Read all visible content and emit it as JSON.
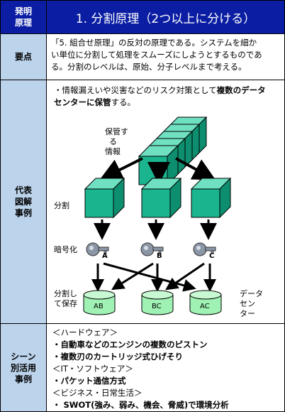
{
  "header": {
    "category_label": "発明\n原理",
    "title": "1. 分割原理（2つ以上に分ける）"
  },
  "summary": {
    "label": "要点",
    "lines": [
      "「5. 組合せ原理」の反対の原理である。システムを細か",
      "い単位に分割して処理をスムーズにしようとするものであ",
      "る。分割のレベルは、原始、分子レベルまで考える。"
    ]
  },
  "example": {
    "label": "代表\n図解\n事例",
    "intro_line1_normal": "・情報漏えいや災害などのリスク対策として",
    "intro_line1_bold": "複数のデータ",
    "intro_line2_bold": "センターに保管",
    "intro_line2_normal": "する。",
    "diagram": {
      "stored_info_label": "保管す\nる\n情報",
      "split_label": "分割",
      "encrypt_label": "暗号化",
      "key_labels": [
        "A",
        "B",
        "C"
      ],
      "split_store_label": "分割し\nて保存",
      "datacenter_label": "データ\nセン\nター",
      "storage_labels": [
        "AB",
        "BC",
        "AC"
      ]
    }
  },
  "scenes": {
    "label": "シーン\n別活用\n事例",
    "items": [
      {
        "text": "＜ハードウェア＞",
        "bold": false
      },
      {
        "text": "・自動車などのエンジンの複数のピストン",
        "bold": true
      },
      {
        "text": "・複数刃のカートリッジ式ひげそり",
        "bold": true
      },
      {
        "text": "＜IT・ソフトウェア＞",
        "bold": false
      },
      {
        "text": "・パケット通信方式",
        "bold": true
      },
      {
        "text": "＜ビジネス・日常生活＞",
        "bold": false
      },
      {
        "text": "・ SWOT(強み、弱み、機会、脅威)で環境分析",
        "bold": true
      }
    ]
  },
  "colors": {
    "header_bg": "#0b1ea3",
    "label_bg": "#bcd3ec",
    "cube_front": "#1ab58f",
    "cube_top": "#6fe0c2",
    "cube_side": "#0d8f6f",
    "storage_fill": "#9ff2b3"
  }
}
